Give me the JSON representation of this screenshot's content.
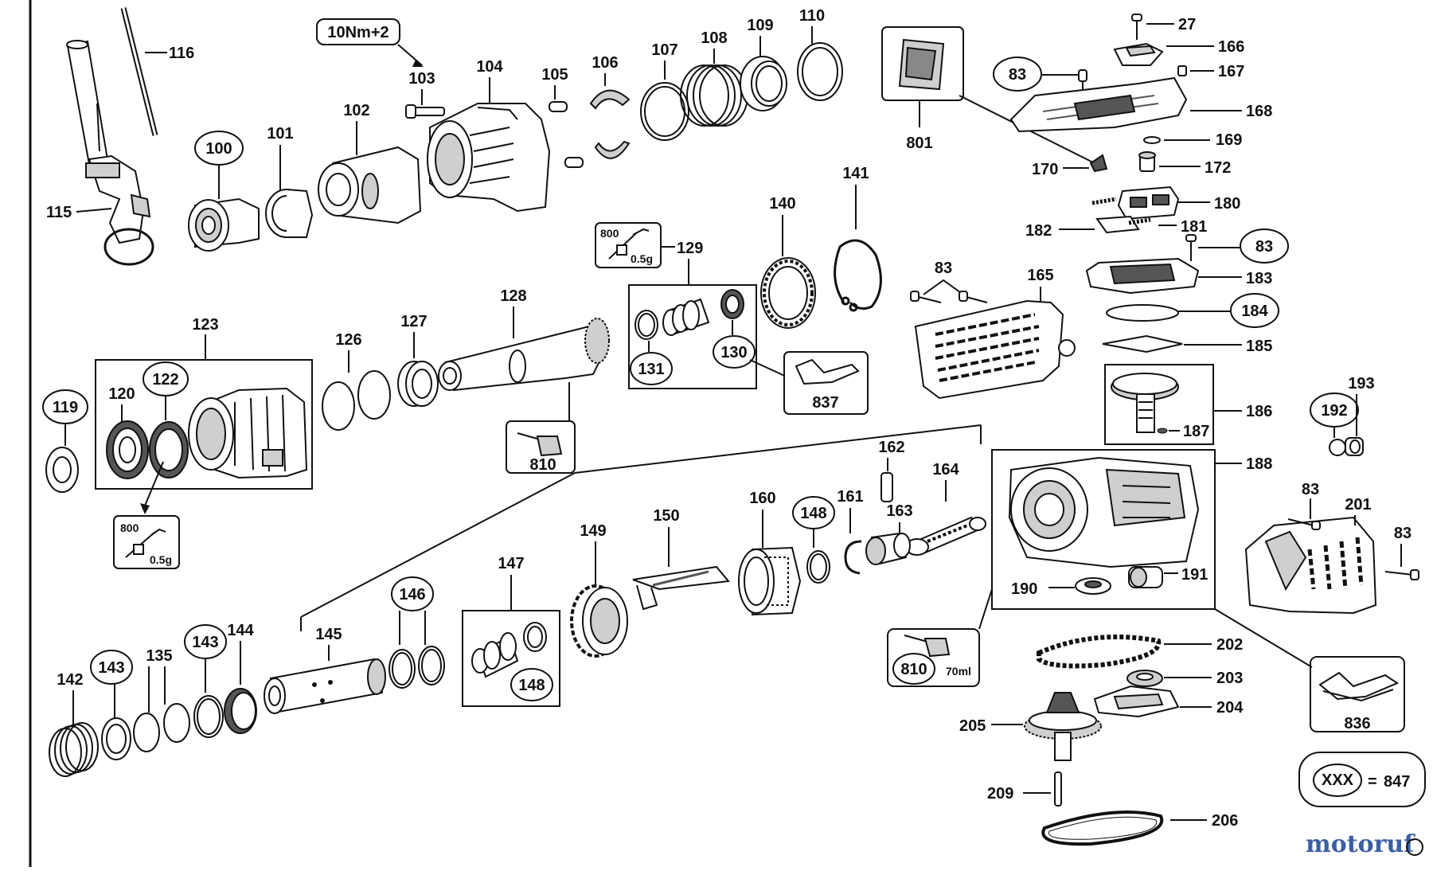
{
  "diagram": {
    "torque_label": "10Nm+2",
    "grease_kit_qty": "800",
    "grease_kit_weight": "0.5g",
    "oil_kit_qty": "810",
    "oil_kit_volume": "70ml",
    "legend_placeholder": "XXX",
    "legend_equals": "=",
    "legend_kit": "847",
    "watermark": "motoruf",
    "colors": {
      "line": "#111111",
      "fill": "#ffffff",
      "shade": "#cfcfcf"
    },
    "callouts": [
      "116",
      "115",
      "100",
      "101",
      "102",
      "10Nm+2",
      "103",
      "104",
      "105",
      "106",
      "107",
      "108",
      "109",
      "110",
      "801",
      "27",
      "166",
      "83",
      "167",
      "168",
      "169",
      "170",
      "172",
      "180",
      "182",
      "181",
      "183",
      "184",
      "185",
      "186",
      "187",
      "192",
      "193",
      "188",
      "190",
      "191",
      "201",
      "202",
      "203",
      "204",
      "205",
      "209",
      "206",
      "836",
      "123",
      "119",
      "120",
      "122",
      "126",
      "127",
      "128",
      "129",
      "130",
      "131",
      "140",
      "141",
      "165",
      "837",
      "810",
      "162",
      "164",
      "160",
      "148",
      "161",
      "163",
      "149",
      "150",
      "147",
      "146",
      "145",
      "144",
      "143",
      "135",
      "142"
    ]
  }
}
